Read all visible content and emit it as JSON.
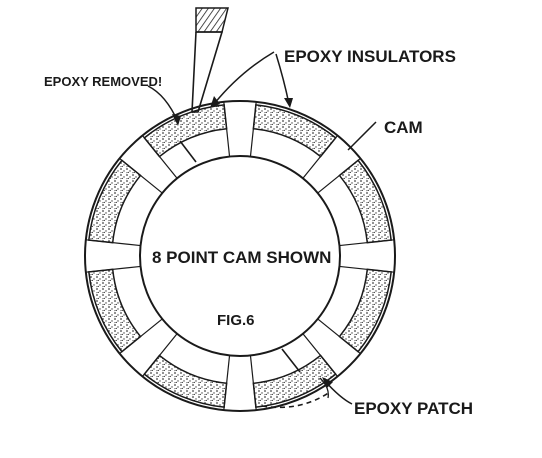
{
  "labels": {
    "epoxy_removed": "EPOXY REMOVED!",
    "epoxy_insulators": "EPOXY INSULATORS",
    "cam": "CAM",
    "cam_center": "8 POINT CAM SHOWN",
    "figure": "FIG.6",
    "epoxy_patch": "EPOXY PATCH"
  },
  "colors": {
    "ink": "#1a1a1a",
    "background": "#ffffff",
    "texture": "#444444"
  }
}
